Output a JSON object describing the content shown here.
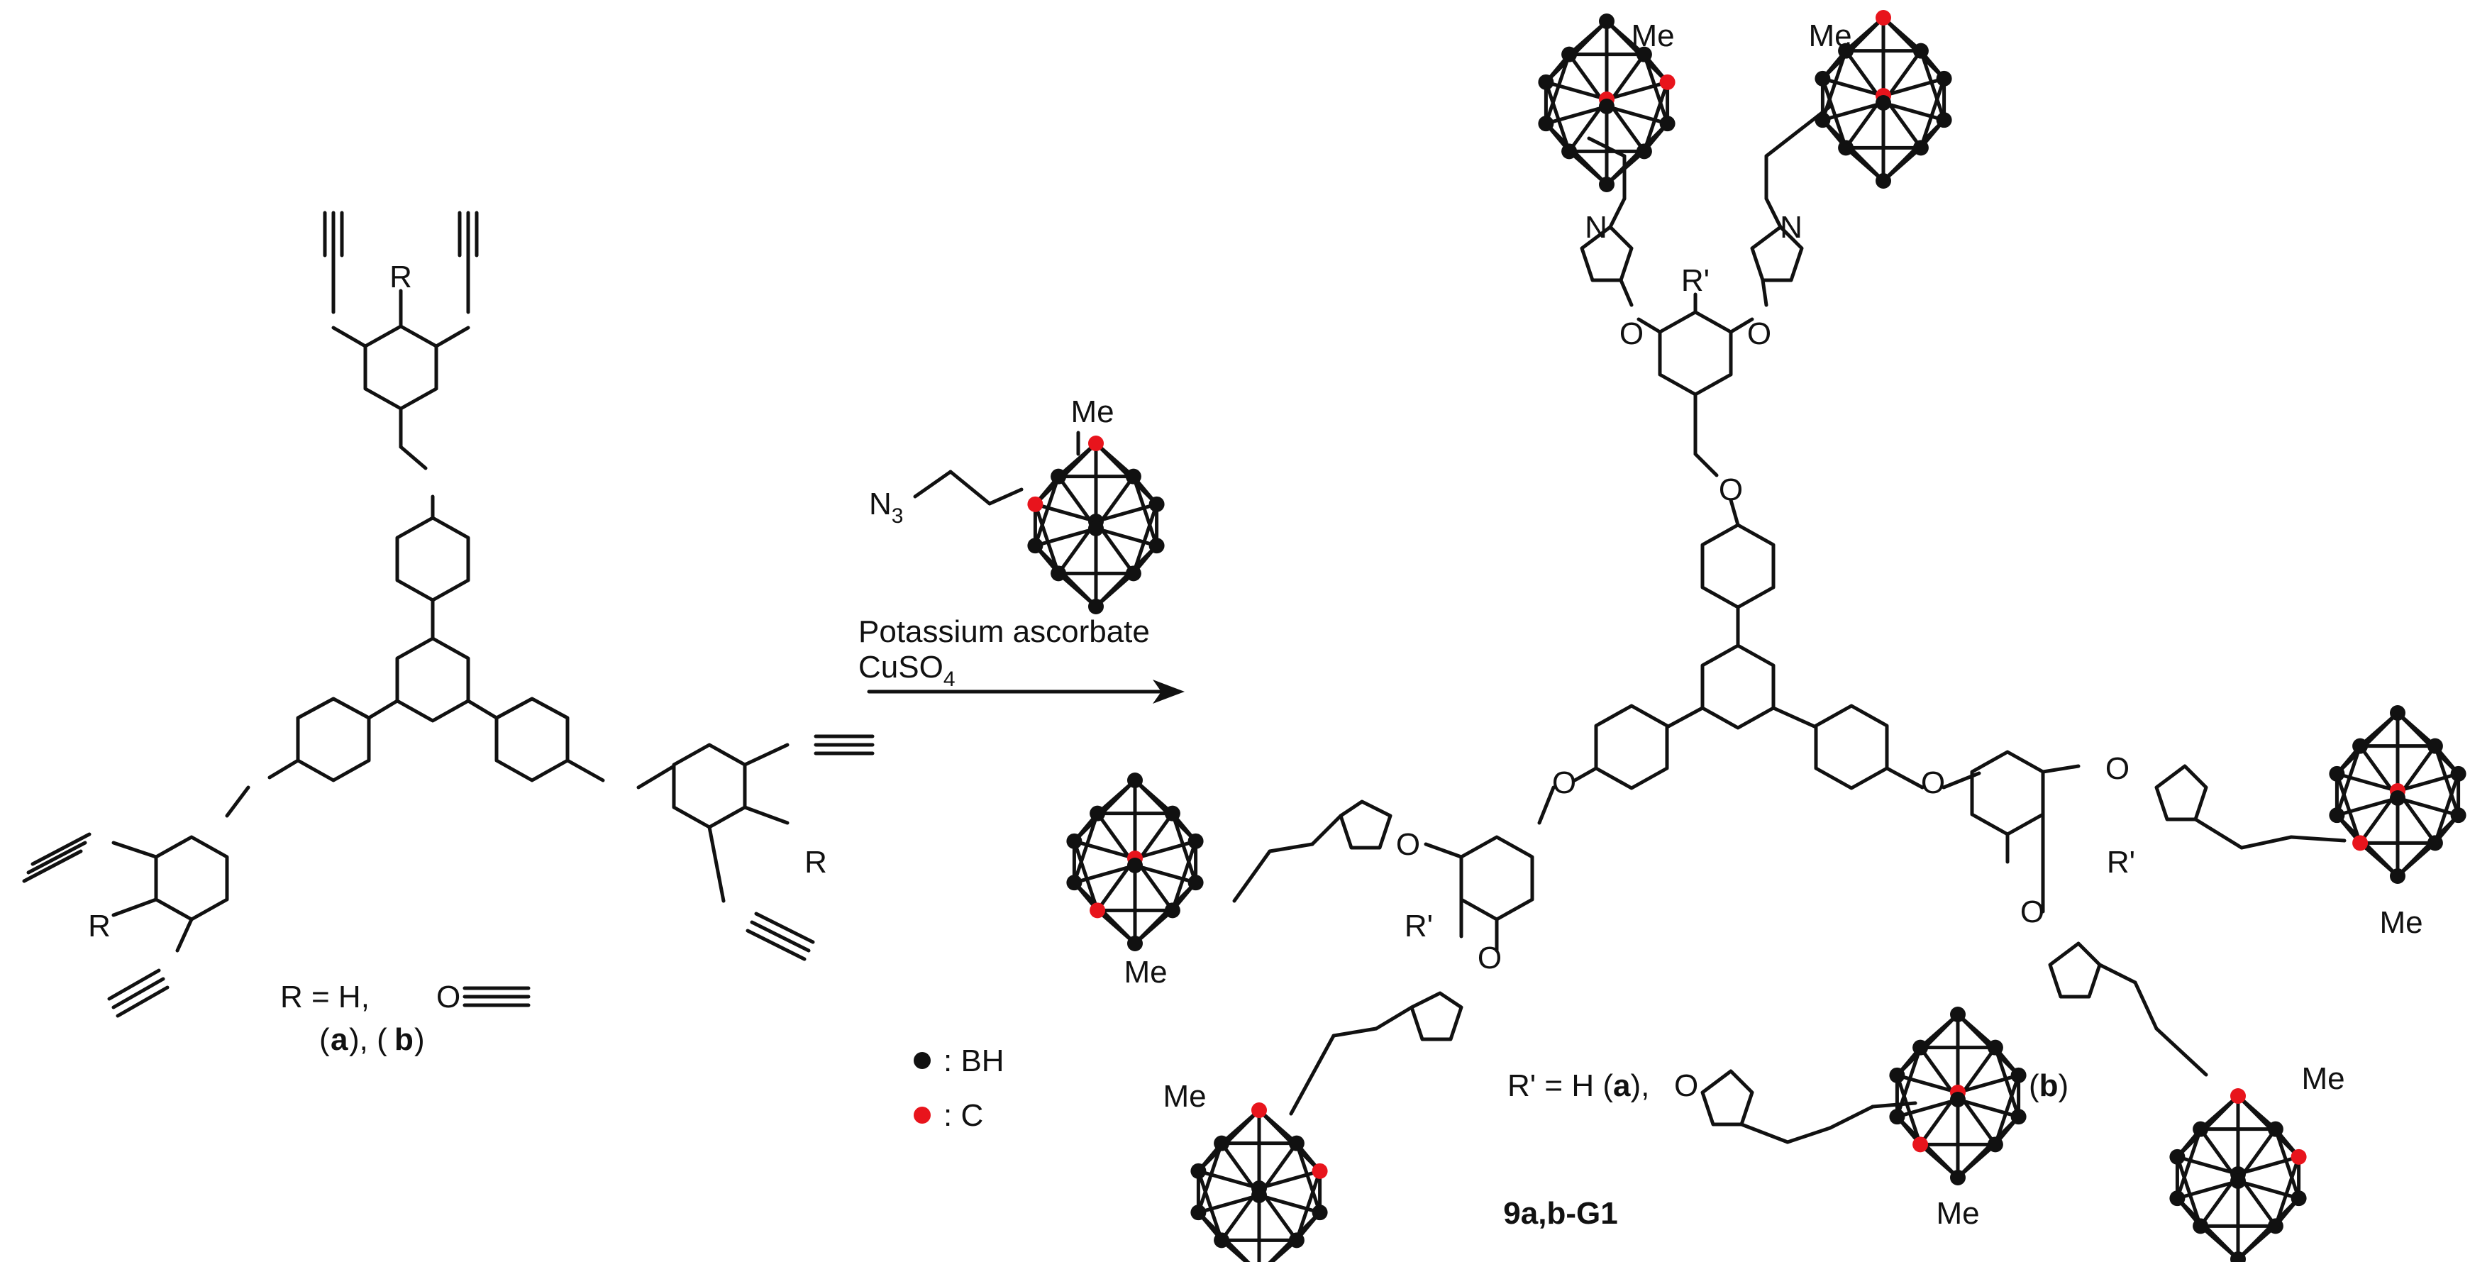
{
  "scheme": {
    "reagent": {
      "azide_prefix": "N",
      "azide_sub": "3",
      "methyl": "Me",
      "condition1": "Potassium ascorbate",
      "condition2_main": "CuSO",
      "condition2_sub": "4"
    },
    "starting_material": {
      "substituent": "R",
      "definition_prefix": "R = H,",
      "oxygen": "O",
      "variants_a": "a",
      "variants_b": "b"
    },
    "product": {
      "substituent": "R'",
      "definition_prefix": "R' = H (",
      "a": "a",
      "b": "b",
      "label": "9a,b-G1",
      "oxygen": "O",
      "nitrogen": "N",
      "methyl": "Me"
    },
    "legend": [
      {
        "color": "#111111",
        "label": ": BH"
      },
      {
        "color": "#e8141c",
        "label": ": C"
      }
    ],
    "colors": {
      "boron_vertex": "#111111",
      "carbon_vertex": "#e8141c"
    }
  }
}
